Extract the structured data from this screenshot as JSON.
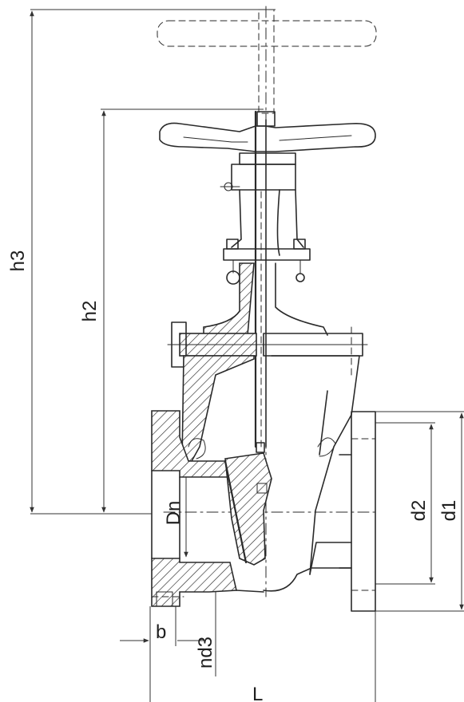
{
  "labels": {
    "h3": "h3",
    "h2": "h2",
    "Dn": "Dn",
    "d2": "d2",
    "d1": "d1",
    "b": "b",
    "nd3": "nd3",
    "L": "L"
  },
  "colors": {
    "line": "#2a2a2a",
    "background": "#ffffff"
  }
}
